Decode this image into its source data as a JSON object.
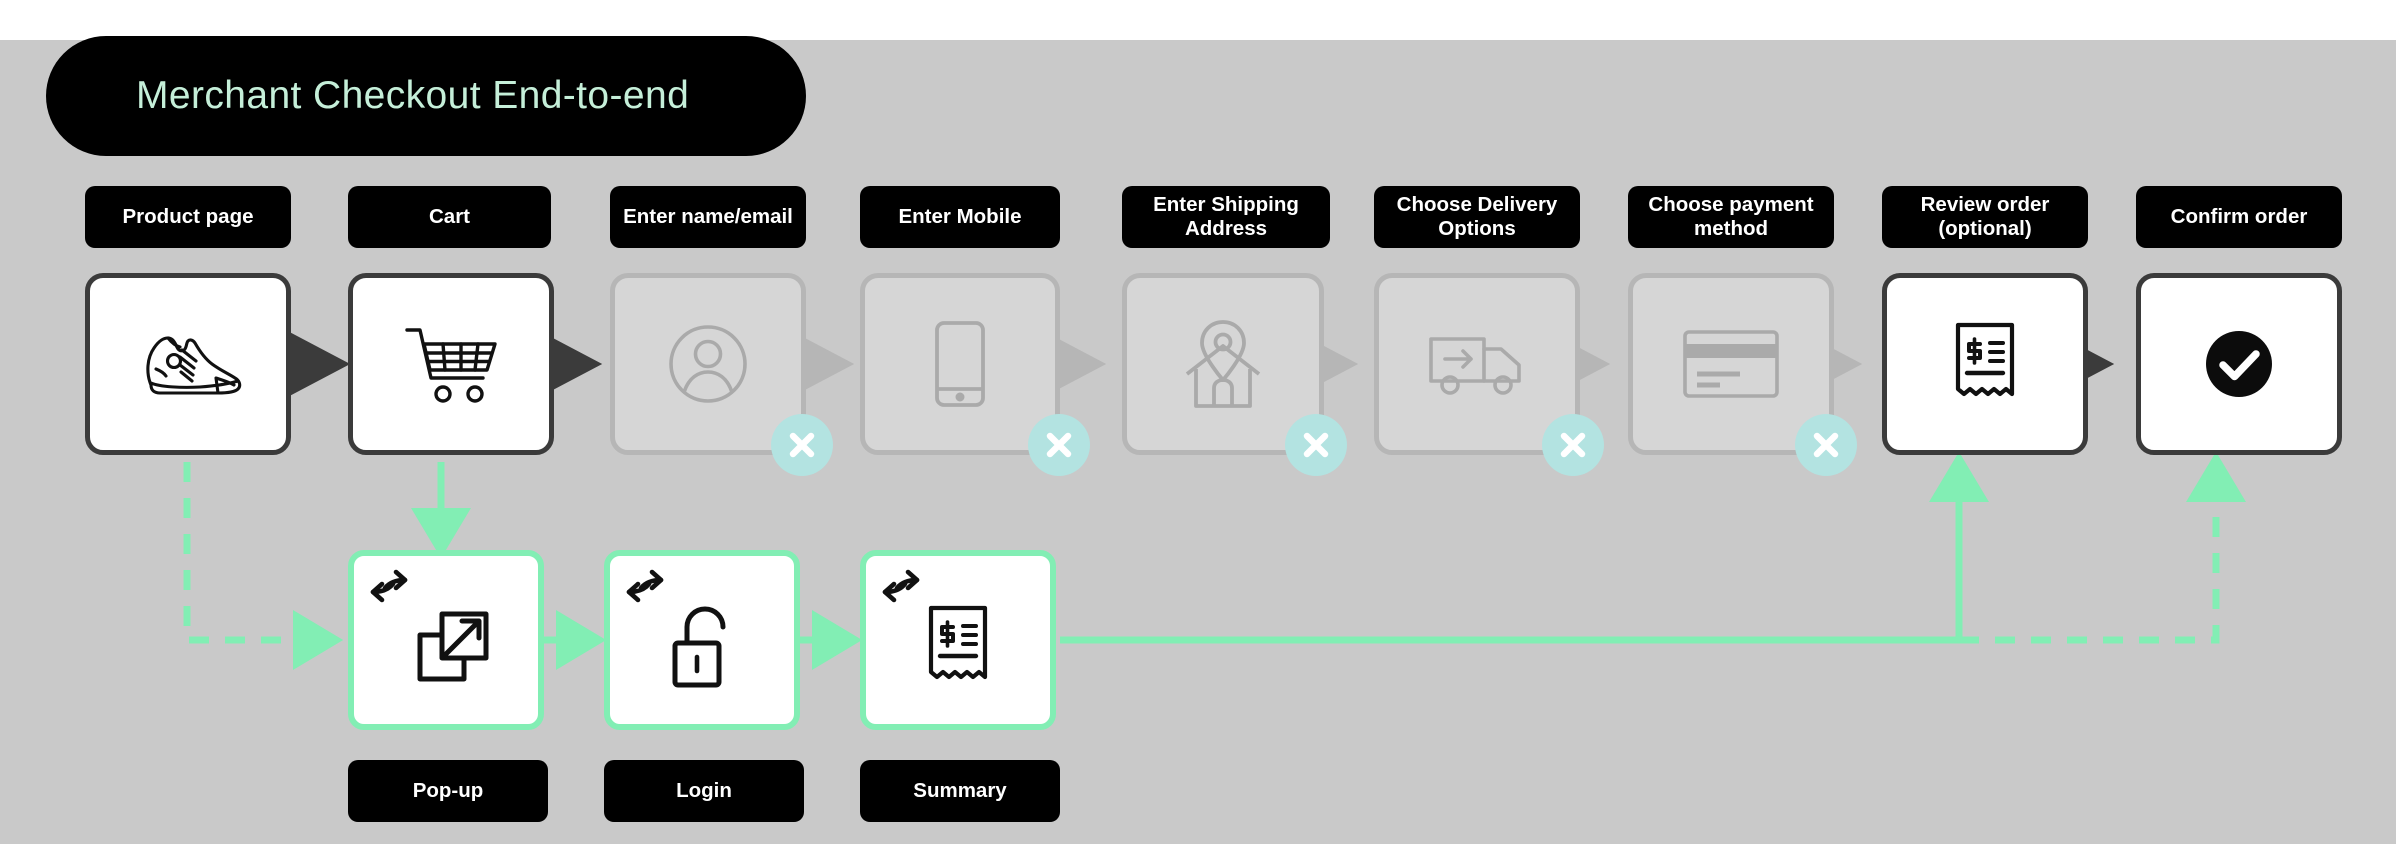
{
  "title": {
    "text": "Merchant Checkout End-to-end"
  },
  "colors": {
    "canvas": "#c9c9c9",
    "page": "#ffffff",
    "chip_bg": "#000000",
    "chip_text": "#ffffff",
    "title_text": "#c5efd9",
    "accent_mint": "#82eeb4",
    "badge_teal": "#b3e3e1",
    "card_active_border": "#3b3b3b",
    "card_disabled_bg": "#d6d6d6",
    "card_disabled_border": "#b6b6b6",
    "arrow_dark": "#3b3b3b",
    "arrow_grey": "#b6b6b6"
  },
  "diagram": {
    "type": "flow",
    "main_flow": [
      {
        "id": "product-page",
        "label": "Product page",
        "icon": "sneaker-icon",
        "state": "active",
        "skipped": false
      },
      {
        "id": "cart",
        "label": "Cart",
        "icon": "shopping-cart-icon",
        "state": "active",
        "skipped": false
      },
      {
        "id": "enter-name-email",
        "label": "Enter name/email",
        "icon": "person-icon",
        "state": "disabled",
        "skipped": true
      },
      {
        "id": "enter-mobile",
        "label": "Enter Mobile",
        "icon": "mobile-phone-icon",
        "state": "disabled",
        "skipped": true
      },
      {
        "id": "shipping-address",
        "label": "Enter Shipping Address",
        "icon": "home-pin-icon",
        "state": "disabled",
        "skipped": true
      },
      {
        "id": "delivery-options",
        "label": "Choose Delivery Options",
        "icon": "delivery-truck-icon",
        "state": "disabled",
        "skipped": true
      },
      {
        "id": "payment-method",
        "label": "Choose payment method",
        "icon": "credit-card-icon",
        "state": "disabled",
        "skipped": true
      },
      {
        "id": "review-order",
        "label": "Review order (optional)",
        "icon": "receipt-icon",
        "state": "active",
        "skipped": false
      },
      {
        "id": "confirm-order",
        "label": "Confirm order",
        "icon": "check-circle-icon",
        "state": "active",
        "skipped": false
      }
    ],
    "sub_flow": [
      {
        "id": "pop-up",
        "label": "Pop-up",
        "icon": "external-link-icon",
        "corner_icon": "redirect-icon"
      },
      {
        "id": "login",
        "label": "Login",
        "icon": "unlock-icon",
        "corner_icon": "redirect-icon"
      },
      {
        "id": "summary",
        "label": "Summary",
        "icon": "receipt-icon",
        "corner_icon": "redirect-icon"
      }
    ],
    "skip_badge_icon": "x-close-icon",
    "connectors": [
      {
        "from": "product-page",
        "to": "pop-up",
        "style": "dashed",
        "color": "#82eeb4"
      },
      {
        "from": "cart",
        "to": "pop-up",
        "style": "solid",
        "color": "#82eeb4"
      },
      {
        "from": "pop-up",
        "to": "login",
        "style": "solid",
        "color": "#82eeb4"
      },
      {
        "from": "login",
        "to": "summary",
        "style": "solid",
        "color": "#82eeb4"
      },
      {
        "from": "summary",
        "to": "review-order",
        "style": "solid",
        "color": "#82eeb4"
      },
      {
        "from": "summary",
        "to": "confirm-order",
        "style": "dashed",
        "color": "#82eeb4"
      }
    ]
  }
}
